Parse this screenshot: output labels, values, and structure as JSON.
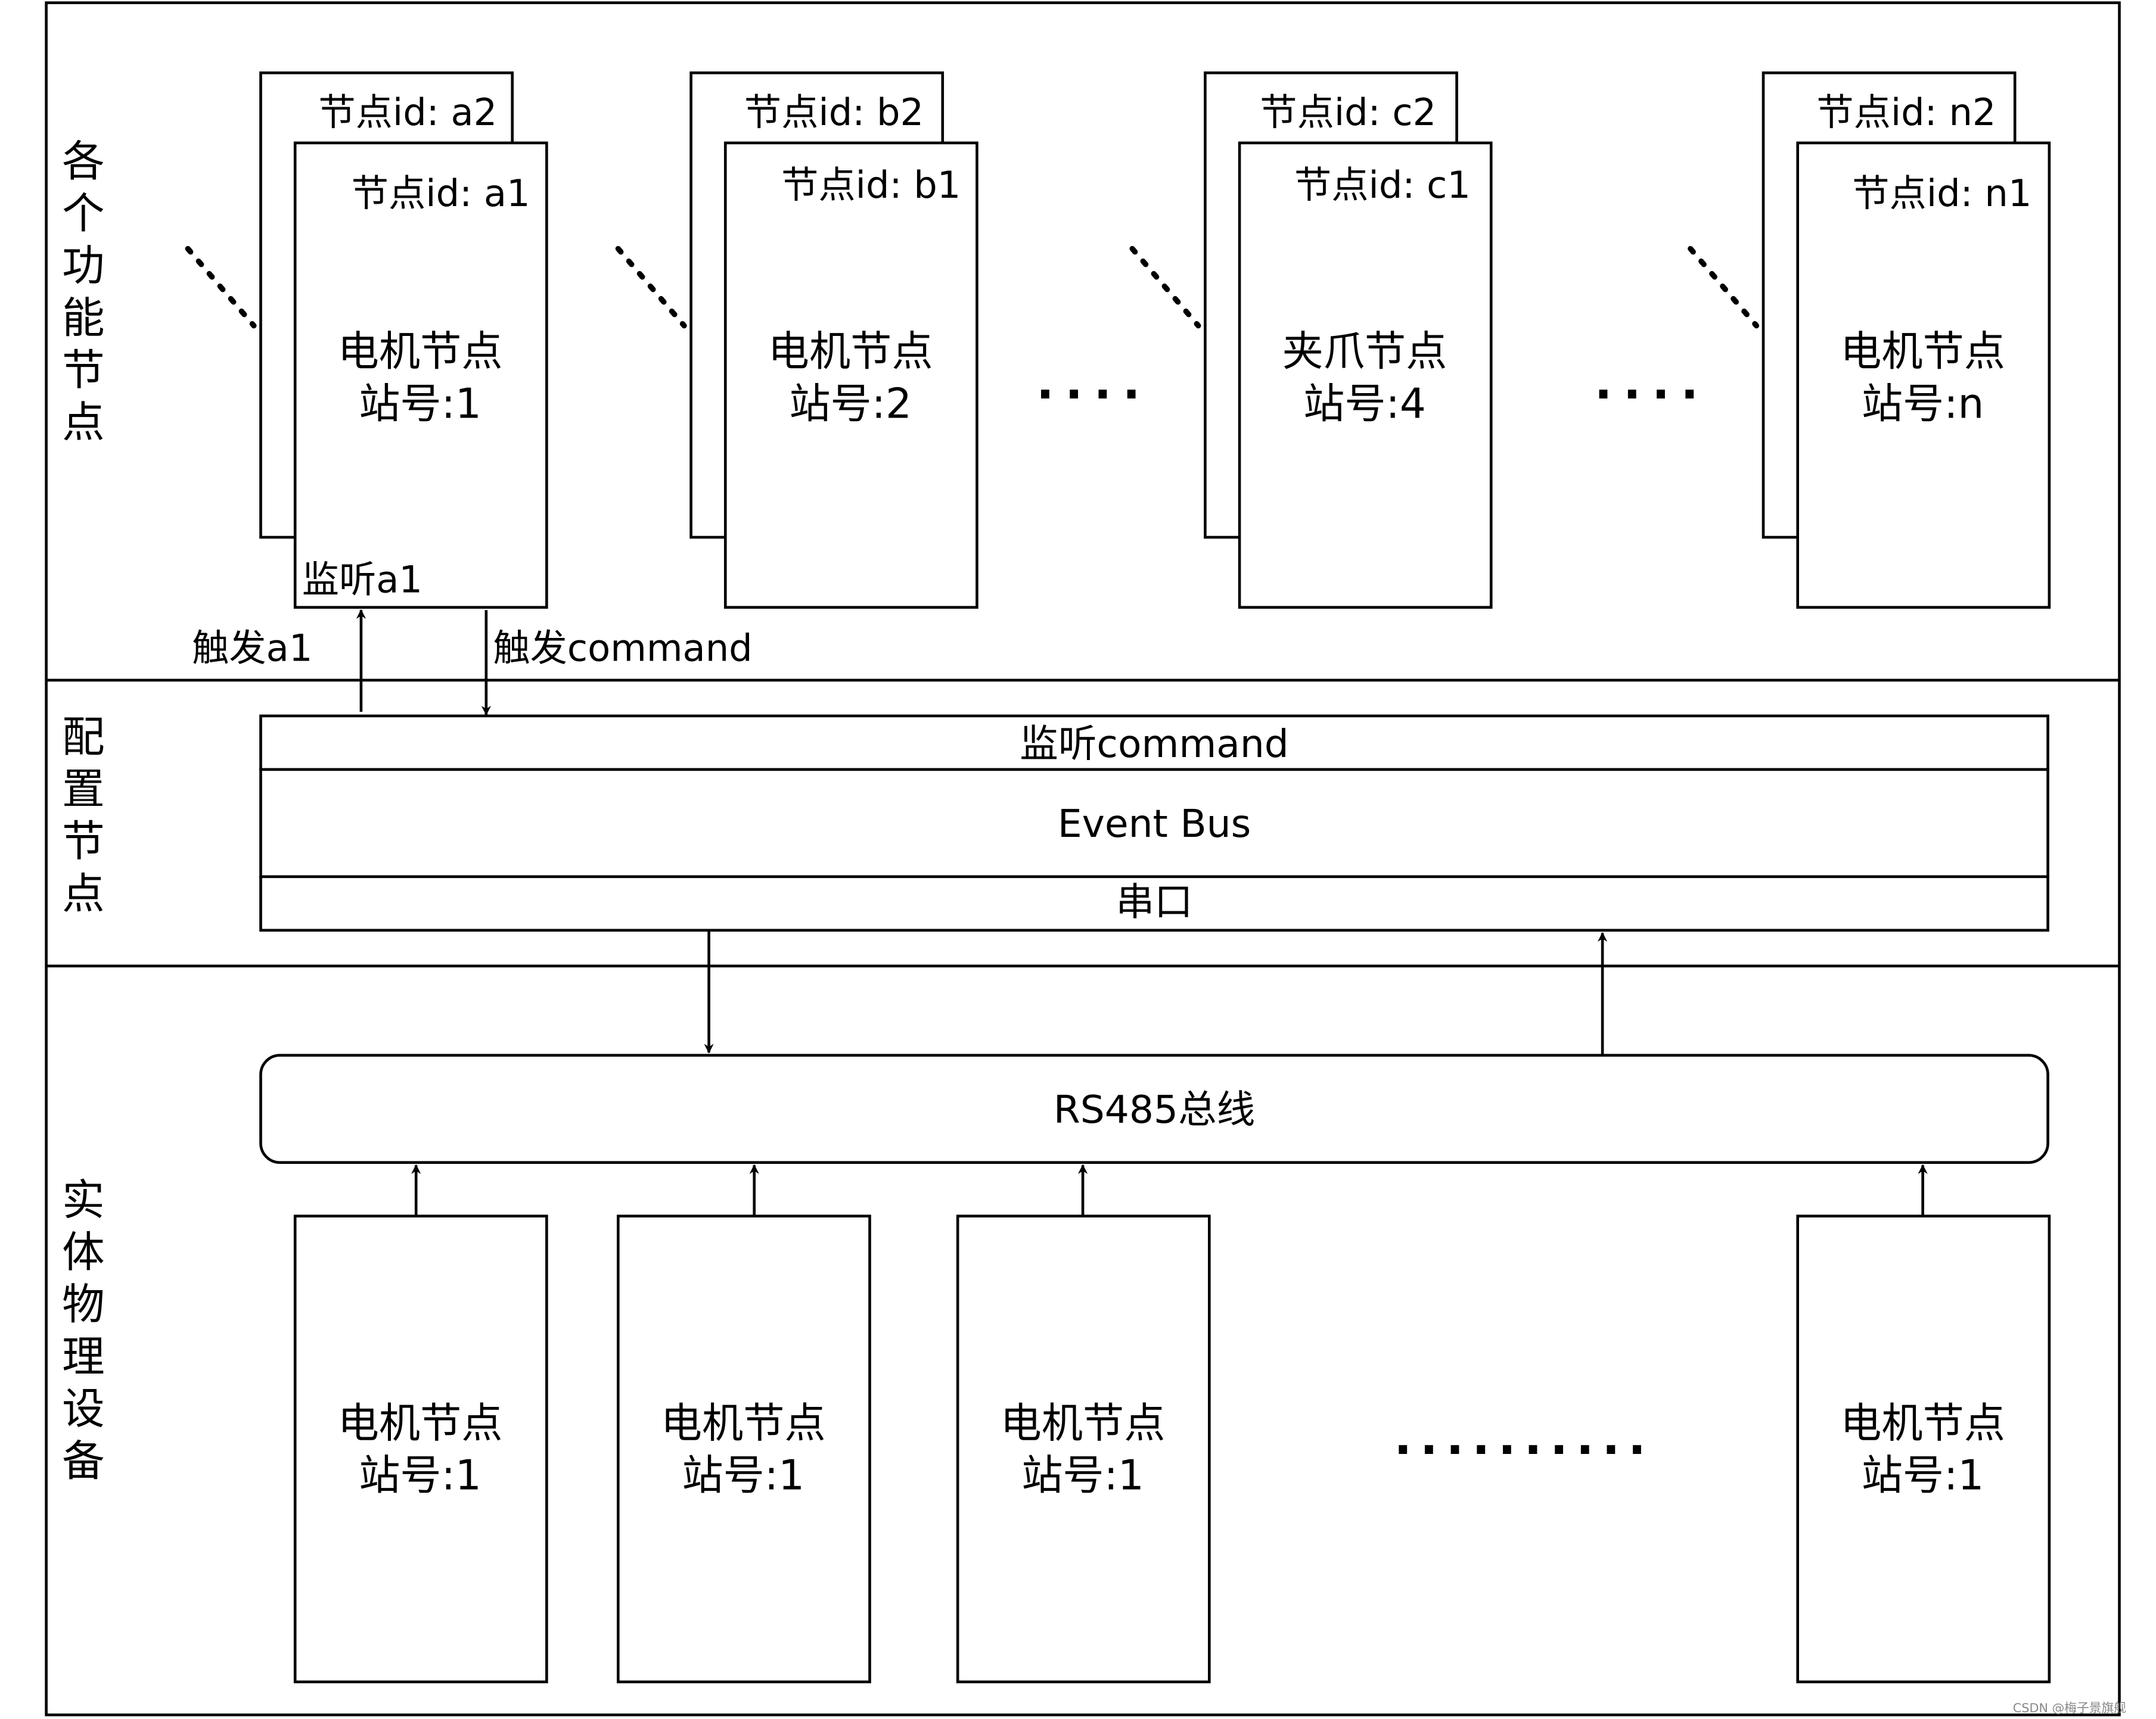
{
  "sections": {
    "functional_nodes": "各个功能节点",
    "config_node": "配置节点",
    "physical_devices": "实体物理设备"
  },
  "functional_groups": [
    {
      "back_id": "节点id: a2",
      "front_id": "节点id: a1",
      "name": "电机节点",
      "station": "站号:1",
      "listen": "监听a1"
    },
    {
      "back_id": "节点id: b2",
      "front_id": "节点id: b1",
      "name": "电机节点",
      "station": "站号:2"
    },
    {
      "back_id": "节点id: c2",
      "front_id": "节点id: c1",
      "name": "夹爪节点",
      "station": "站号:4"
    },
    {
      "back_id": "节点id: n2",
      "front_id": "节点id: n1",
      "name": "电机节点",
      "station": "站号:n"
    }
  ],
  "edges": {
    "trigger_a1": "触发a1",
    "trigger_command": "触发command"
  },
  "event_bus": {
    "listen_command": "监听command",
    "title": "Event Bus",
    "serial": "串口"
  },
  "rs485": "RS485总线",
  "devices": [
    {
      "name": "电机节点",
      "station": "站号:1"
    },
    {
      "name": "电机节点",
      "station": "站号:1"
    },
    {
      "name": "电机节点",
      "station": "站号:1"
    },
    {
      "name": "电机节点",
      "station": "站号:1"
    }
  ],
  "ellipsis_short": "....",
  "ellipsis_long": "..........",
  "watermark": "CSDN @梅子景旗舰"
}
